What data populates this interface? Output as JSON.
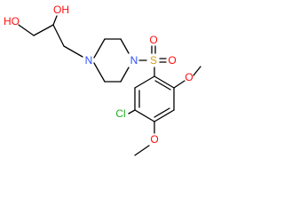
{
  "molecule": {
    "atoms": {
      "oh_left": "HO",
      "oh_top": "OH",
      "n_left": "N",
      "n_right": "N",
      "sulfur": "S",
      "o_sulfonyl_top": "O",
      "o_sulfonyl_right": "O",
      "o_methoxy_upper": "O",
      "o_methoxy_lower": "O",
      "chlorine": "Cl"
    },
    "colors": {
      "bond": "#000000",
      "oxygen": "#ff0d0d",
      "nitrogen": "#3050f8",
      "sulfur": "#d4a017",
      "chlorine": "#1fb01f"
    }
  }
}
